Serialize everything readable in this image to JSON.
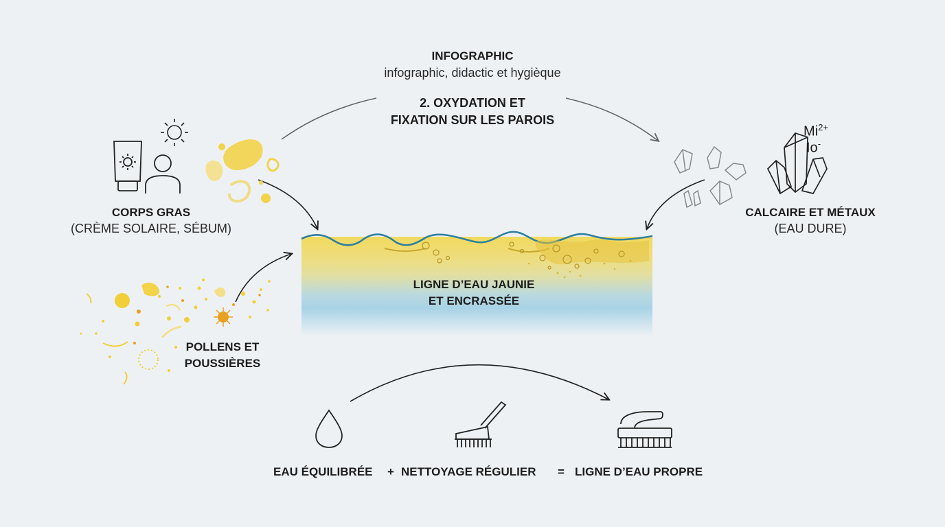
{
  "header": {
    "title": "INFOGRAPHIC",
    "subtitle": "infographic, didactic et hygièque",
    "step_line1": "2. OXYDATION ET",
    "step_line2": "FIXATION SUR LES PAROIS"
  },
  "sources": {
    "fat": {
      "title": "CORPS GRAS",
      "detail": "(CRÈME SOLAIRE, SÉBUM)"
    },
    "limescale": {
      "title": "CALCAIRE ET MÉTAUX",
      "detail": "(EAU DURE)",
      "ion1": "Mi",
      "ion1_charge": "2+",
      "ion2": "Io",
      "ion2_charge": "-"
    },
    "pollen": {
      "line1": "POLLENS ET",
      "line2": "POUSSIÈRES"
    }
  },
  "waterline": {
    "line1": "LIGNE D’EAU JAUNIE",
    "line2": "ET ENCRASSÉE"
  },
  "equation": {
    "term1": "EAU ÉQUILIBRÉE",
    "op1": "+",
    "term2": "NETTOYAGE RÉGULIER",
    "op2": "=",
    "result": "LIGNE D’EAU PROPRE"
  },
  "icons": [
    "sun-icon",
    "sunscreen-tube-icon",
    "person-icon",
    "grease-blob-icon",
    "crystal-icon",
    "pollen-particles-icon",
    "water-drop-icon",
    "pole-brush-icon",
    "scrub-brush-icon"
  ],
  "colors": {
    "background": "#eef1f4",
    "yellow": "#f0cf3a",
    "orange": "#e8a020",
    "water_blue": "#a8d3e6",
    "wave_line": "#2f7fa0"
  }
}
